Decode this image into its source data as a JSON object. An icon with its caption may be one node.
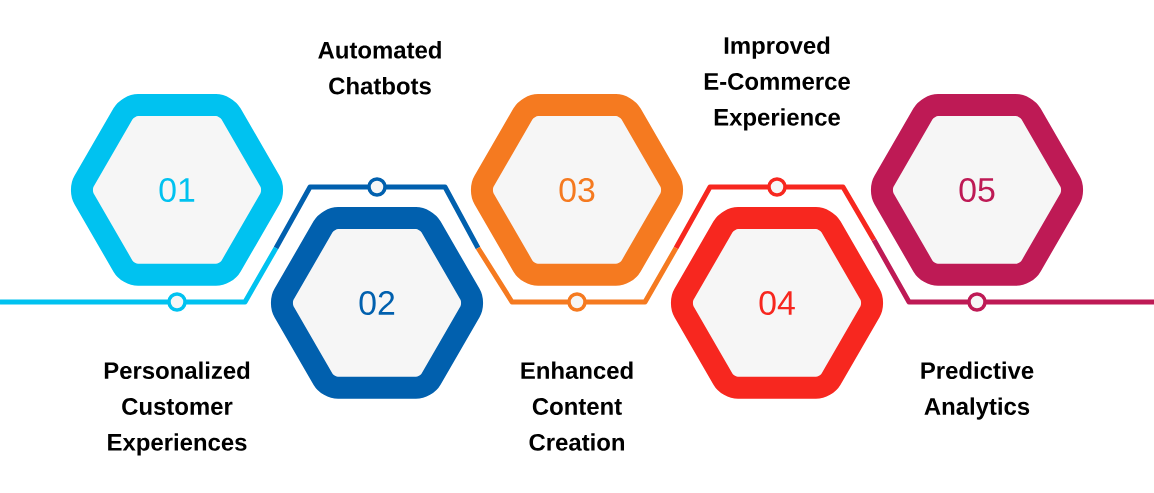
{
  "diagram": {
    "nodes": [
      {
        "text": [
          "01"
        ]
      },
      {
        "text": [
          "02"
        ]
      },
      {
        "text": [
          "03"
        ]
      },
      {
        "text": [
          "04"
        ]
      },
      {
        "text": [
          "05"
        ]
      }
    ],
    "labels": [
      "Automated Chatbots",
      "Improved E-Commerce Experience",
      "Personalized Customer Experiences",
      "Enhanced Content Creation",
      "Predictive Analytics"
    ]
  }
}
